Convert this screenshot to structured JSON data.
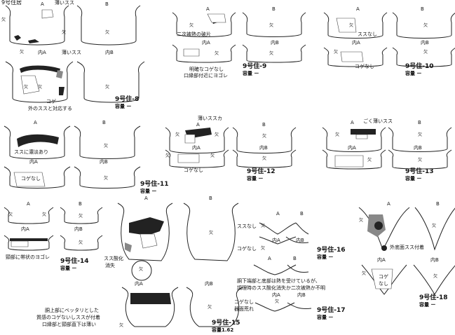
{
  "heading": "9号住居",
  "figures": [
    {
      "name": "9号住-8",
      "capacity": "容量 ー"
    },
    {
      "name": "9号住-9",
      "capacity": "容量 ー"
    },
    {
      "name": "9号住-10",
      "capacity": "容量 ー"
    },
    {
      "name": "9号住-11",
      "capacity": "容量 ー"
    },
    {
      "name": "9号住-12",
      "capacity": "容量 ー"
    },
    {
      "name": "9号住-13",
      "capacity": "容量 ー"
    },
    {
      "name": "9号住-14",
      "capacity": "容量 ー"
    },
    {
      "name": "9号住-15",
      "capacity": "容量1.62"
    },
    {
      "name": "9号住-16",
      "capacity": "容量 ー"
    },
    {
      "name": "9号住-17",
      "capacity": "容量 ー"
    },
    {
      "name": "9号住-18",
      "capacity": "容量 ー"
    }
  ],
  "view_labels": {
    "a": "A",
    "b": "B",
    "in_a": "内A",
    "in_b": "内B",
    "missing": "欠"
  },
  "notes": {
    "thin_soot": "薄いスス",
    "thin_soot_ka": "薄いススカ",
    "very_thin_soot": "ごく薄いスス",
    "no_soot": "ススなし",
    "secondary_heat_fragment": "二次被熱の破片",
    "no_koge": "コゲなし",
    "fig9_note1": "明確なコゲなし",
    "fig9_note2": "口縁部付近にヨゴレ",
    "koge": "コゲ",
    "fig8_note": "外のススと対応する",
    "dense_soot": "ススに濃淡あり",
    "neck_band": "頸部に帯状のヨゴレ",
    "soot_oxidized": "スス酸化",
    "vanished": "消失",
    "fig15_note1": "胴上部にベッタリとした",
    "fig15_note2": "質感のコゲないしススが付着",
    "fig15_note3": "口縁部と頸部直下は薄い",
    "fig17_note1": "胴下端部と底部は熱を受けているが、",
    "fig17_note2": "調理時のスス酸化消失か二次被熱か不明",
    "surface_rough": "器面荒れ",
    "outer_bottom_soot": "外底面スス付着",
    "no_short": "なし"
  }
}
